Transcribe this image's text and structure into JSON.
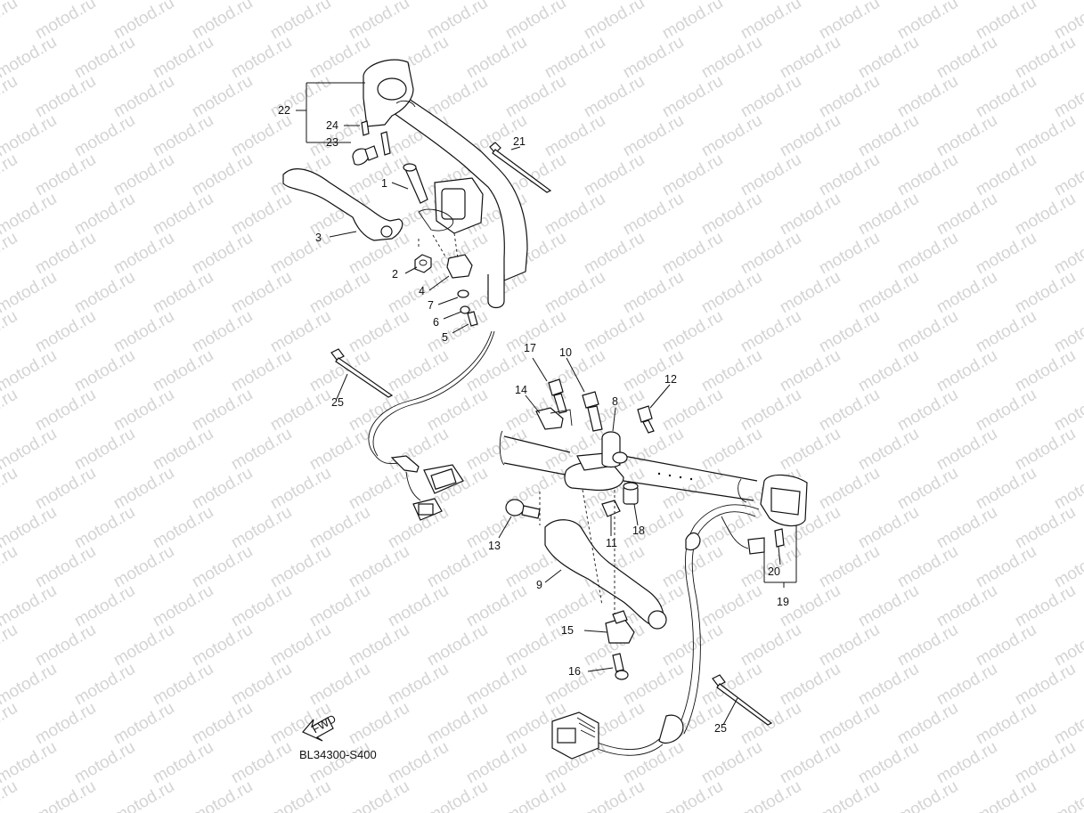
{
  "watermark": {
    "text": "motod.ru",
    "color": "#d4d4d4"
  },
  "diagram": {
    "callouts": [
      "1",
      "2",
      "3",
      "4",
      "5",
      "6",
      "7",
      "8",
      "9",
      "10",
      "11",
      "12",
      "13",
      "14",
      "15",
      "16",
      "17",
      "18",
      "19",
      "20",
      "21",
      "22",
      "23",
      "24",
      "25",
      "25"
    ],
    "fwd_label": "FWD",
    "code": "BL34300-S400"
  }
}
